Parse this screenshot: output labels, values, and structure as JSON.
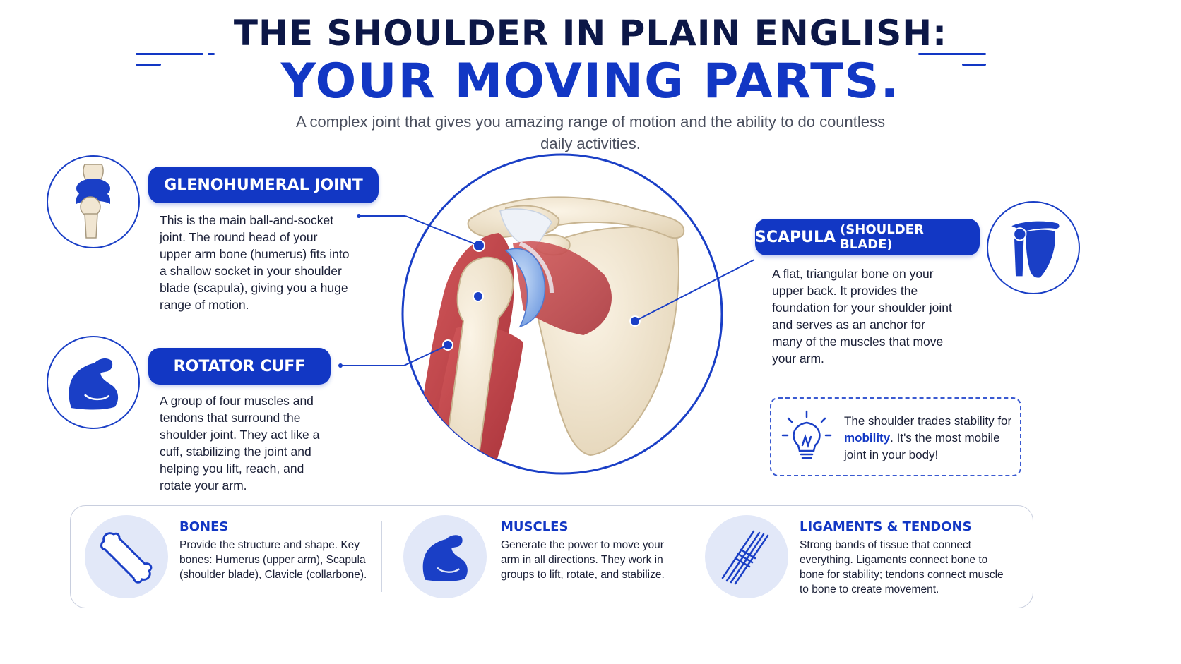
{
  "header": {
    "title_line1": "THE SHOULDER IN PLAIN ENGLISH:",
    "title_line2": "YOUR MOVING PARTS.",
    "subtitle": "A complex joint that gives you amazing range of motion and the ability to do countless daily activities."
  },
  "sections": {
    "glenohumeral": {
      "label": "GLENOHUMERAL JOINT",
      "text": "This is the main ball-and-socket joint. The round head of your upper arm bone (humerus) fits into a shallow socket in your shoulder blade (scapula), giving you a huge range of motion.",
      "icon": "joint-icon"
    },
    "rotator_cuff": {
      "label": "ROTATOR CUFF",
      "text": "A group of four muscles and tendons that surround the shoulder joint. They act like a cuff, stabilizing the joint and helping you lift, reach, and rotate your arm.",
      "icon": "flexed-arm-icon"
    },
    "scapula": {
      "label": "SCAPULA",
      "label_small": "(SHOULDER BLADE)",
      "text": "A flat, triangular bone on your upper back. It provides the foundation for your shoulder joint and serves as an anchor for many of the muscles that move your arm.",
      "icon": "scapula-icon"
    }
  },
  "tip": {
    "text_before": "The shoulder trades stability for ",
    "highlight": "mobility",
    "text_after": ". It's the most mobile joint in your body!",
    "icon": "lightbulb-icon"
  },
  "bottom": {
    "bones": {
      "title": "BONES",
      "text": "Provide the structure and shape. Key bones: Humerus (upper arm), Scapula (shoulder blade), Clavicle (collarbone).",
      "icon": "bone-icon"
    },
    "muscles": {
      "title": "MUSCLES",
      "text": "Generate the power to move your arm in all directions. They work in groups to lift, rotate, and stabilize.",
      "icon": "flexed-arm-icon"
    },
    "ligaments": {
      "title": "LIGAMENTS & TENDONS",
      "text": "Strong bands of tissue that connect everything. Ligaments connect bone to bone for stability; tendons connect muscle to bone to create movement.",
      "icon": "ligament-icon"
    }
  },
  "colors": {
    "brand_blue": "#1237c4",
    "navy": "#0c1747",
    "muscle_red": "#c8434a",
    "bone": "#f1e6d2",
    "cartilage_blue": "#7fa8e8"
  }
}
